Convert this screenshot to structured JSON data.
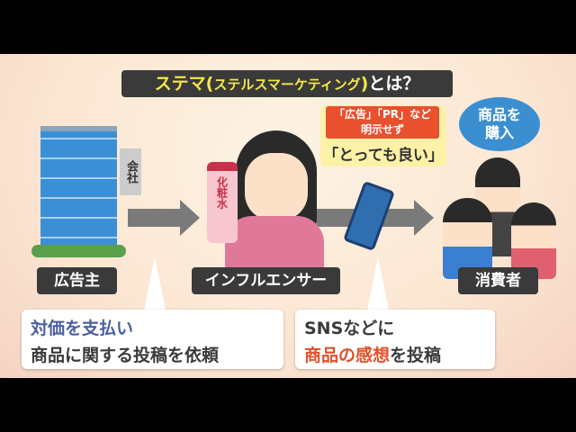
{
  "title": {
    "main": "ステマ(",
    "sub": "ステルスマーケティング",
    "end": ")",
    "tail": "とは？"
  },
  "speech": {
    "no_label": "「広告」「PR」など明示せず",
    "quote": "「とっても良い」"
  },
  "purchase_bubble": "商品を購入",
  "building_sign": "会社",
  "bottle_label": "化粧水",
  "labels": {
    "advertiser": "広告主",
    "influencer": "インフルエンサー",
    "consumer": "消費者"
  },
  "left_box": {
    "line1": "対価を支払い",
    "line2": "商品に関する投稿を依頼"
  },
  "right_box": {
    "line1": "SNSなどに",
    "highlight": "商品の感想",
    "line2_rest": "を投稿"
  },
  "colors": {
    "title_text": "#f5e84a",
    "blue_text": "#4a5fa0",
    "red_text": "#e0502a",
    "purchase": "#3b8fd0"
  }
}
